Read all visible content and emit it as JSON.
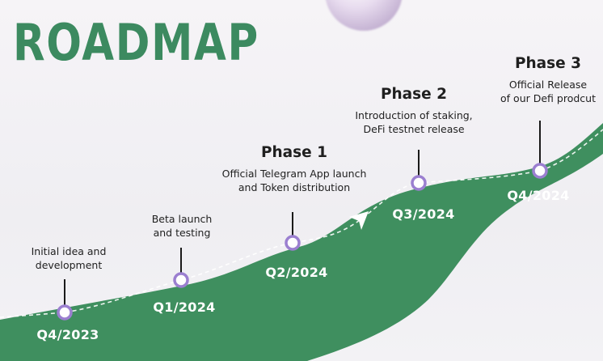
{
  "title": "ROADMAP",
  "milestones": [
    {
      "date": "Q4/2023",
      "phase": "",
      "desc_1": "Initial idea and",
      "desc_2": "development"
    },
    {
      "date": "Q1/2024",
      "phase": "",
      "desc_1": "Beta launch",
      "desc_2": "and testing"
    },
    {
      "date": "Q2/2024",
      "phase": "Phase 1",
      "desc_1": "Official Telegram App launch",
      "desc_2": "and Token distribution"
    },
    {
      "date": "Q3/2024",
      "phase": "Phase 2",
      "desc_1": "Introduction of staking,",
      "desc_2": "DeFi testnet release"
    },
    {
      "date": "Q4/2024",
      "phase": "Phase 3",
      "desc_1": "Official Release",
      "desc_2": "of our Defi prodcut"
    }
  ],
  "colors": {
    "accent_green": "#3f8f5f",
    "title_green": "#3c8a60",
    "node_purple": "#9b7fd0"
  }
}
